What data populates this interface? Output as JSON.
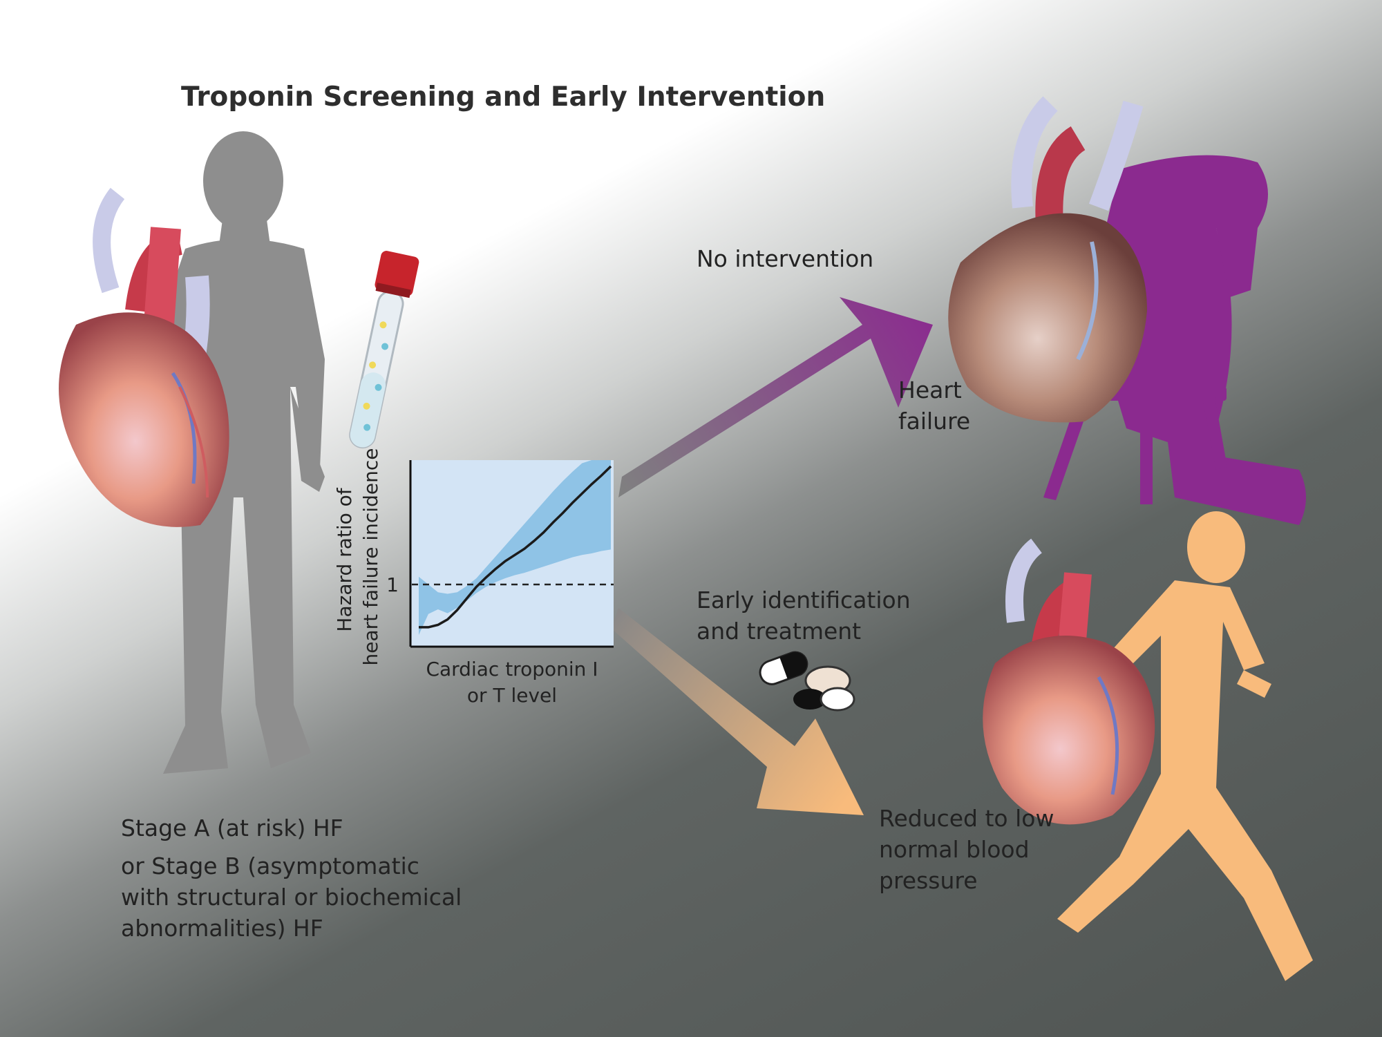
{
  "title": "Troponin Screening and Early Intervention",
  "labels": {
    "no_intervention": "No intervention",
    "heart_failure": [
      "Heart",
      "failure"
    ],
    "early_identification": [
      "Early identification",
      "and treatment"
    ],
    "reduced_bp": [
      "Reduced to low",
      "normal blood",
      "pressure"
    ],
    "stage": [
      "Stage A (at risk) HF",
      "or Stage B (asymptomatic",
      "with structural or biochemical",
      "abnormalities) HF"
    ]
  },
  "colors": {
    "purple": "#8b2a8f",
    "orange": "#f8bb7c",
    "gray_person": "#8e8e8e",
    "chart_bg": "#d3e4f5",
    "chart_band": "#8fc3e6"
  },
  "icons": [
    "heart-illustration",
    "blood-tube-icon",
    "pills-icon",
    "arrow-up-icon",
    "arrow-down-icon"
  ],
  "chart_data": {
    "type": "line",
    "xlabel": [
      "Cardiac troponin I",
      "or T level"
    ],
    "ylabel": [
      "Hazard ratio of",
      "heart failure incidence"
    ],
    "reference_tick": "1",
    "reference_value": 1,
    "ylim": [
      0.2,
      2.6
    ],
    "xlim": [
      0,
      10
    ],
    "grid": false,
    "series": [
      {
        "x": [
          0,
          0.5,
          1,
          1.5,
          2,
          2.5,
          3,
          3.5,
          4,
          4.5,
          5,
          5.5,
          6,
          6.5,
          7,
          7.5,
          8,
          8.5,
          9,
          9.5,
          10
        ],
        "y": [
          0.45,
          0.45,
          0.48,
          0.55,
          0.67,
          0.82,
          0.97,
          1.09,
          1.2,
          1.3,
          1.38,
          1.46,
          1.56,
          1.67,
          1.8,
          1.92,
          2.05,
          2.17,
          2.29,
          2.4,
          2.52
        ],
        "lower": [
          0.35,
          0.62,
          0.68,
          0.63,
          0.7,
          0.79,
          0.89,
          0.97,
          1.03,
          1.08,
          1.12,
          1.15,
          1.19,
          1.23,
          1.27,
          1.31,
          1.35,
          1.38,
          1.4,
          1.43,
          1.45
        ],
        "upper": [
          1.1,
          1.0,
          0.9,
          0.88,
          0.9,
          0.98,
          1.08,
          1.22,
          1.36,
          1.5,
          1.64,
          1.78,
          1.92,
          2.06,
          2.2,
          2.33,
          2.45,
          2.56,
          2.64,
          2.69,
          2.72
        ]
      }
    ]
  }
}
